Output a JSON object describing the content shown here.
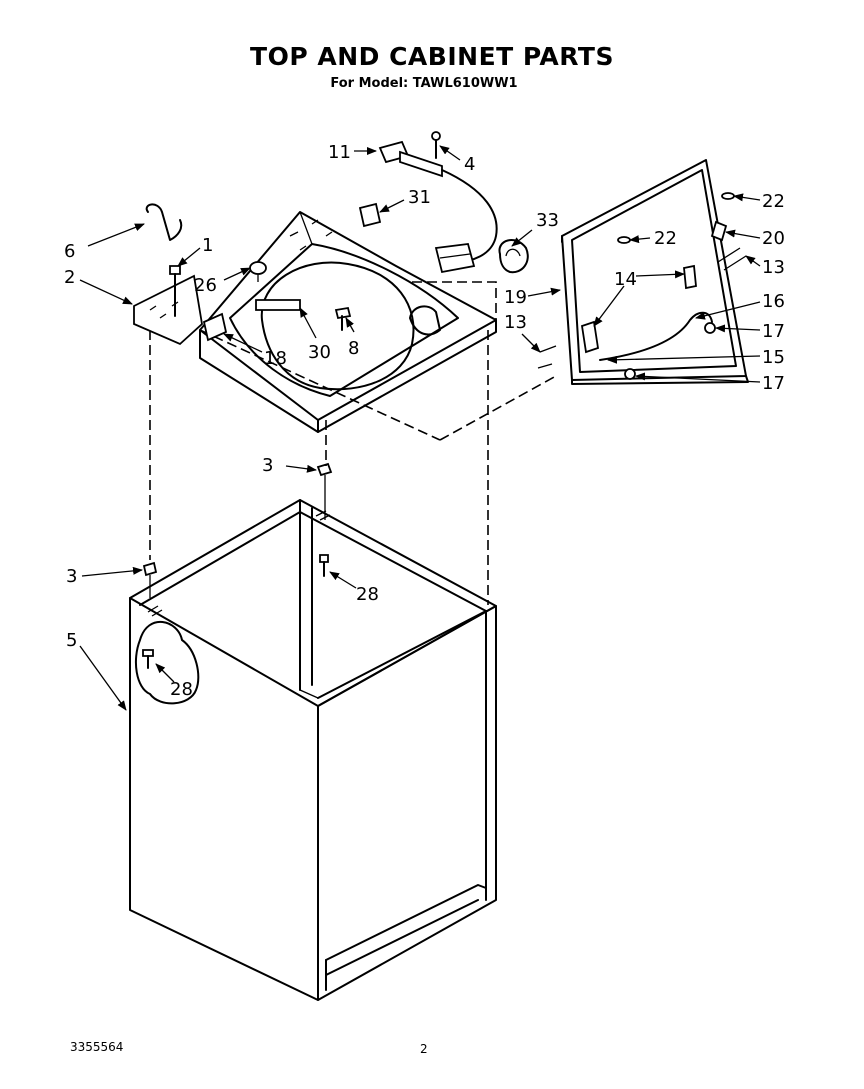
{
  "header": {
    "title": "TOP AND CABINET PARTS",
    "subtitle": "For Model: TAWL610WW1"
  },
  "footer": {
    "doc_number": "3355564",
    "page_number": "2"
  },
  "callouts": {
    "c1": "1",
    "c2": "2",
    "c3a": "3",
    "c3b": "3",
    "c4": "4",
    "c5": "5",
    "c6": "6",
    "c8": "8",
    "c11": "11",
    "c13a": "13",
    "c13b": "13",
    "c14": "14",
    "c15": "15",
    "c16": "16",
    "c17a": "17",
    "c17b": "17",
    "c18": "18",
    "c19": "19",
    "c20": "20",
    "c22a": "22",
    "c22b": "22",
    "c26": "26",
    "c28a": "28",
    "c28b": "28",
    "c30": "30",
    "c31": "31",
    "c33": "33"
  }
}
